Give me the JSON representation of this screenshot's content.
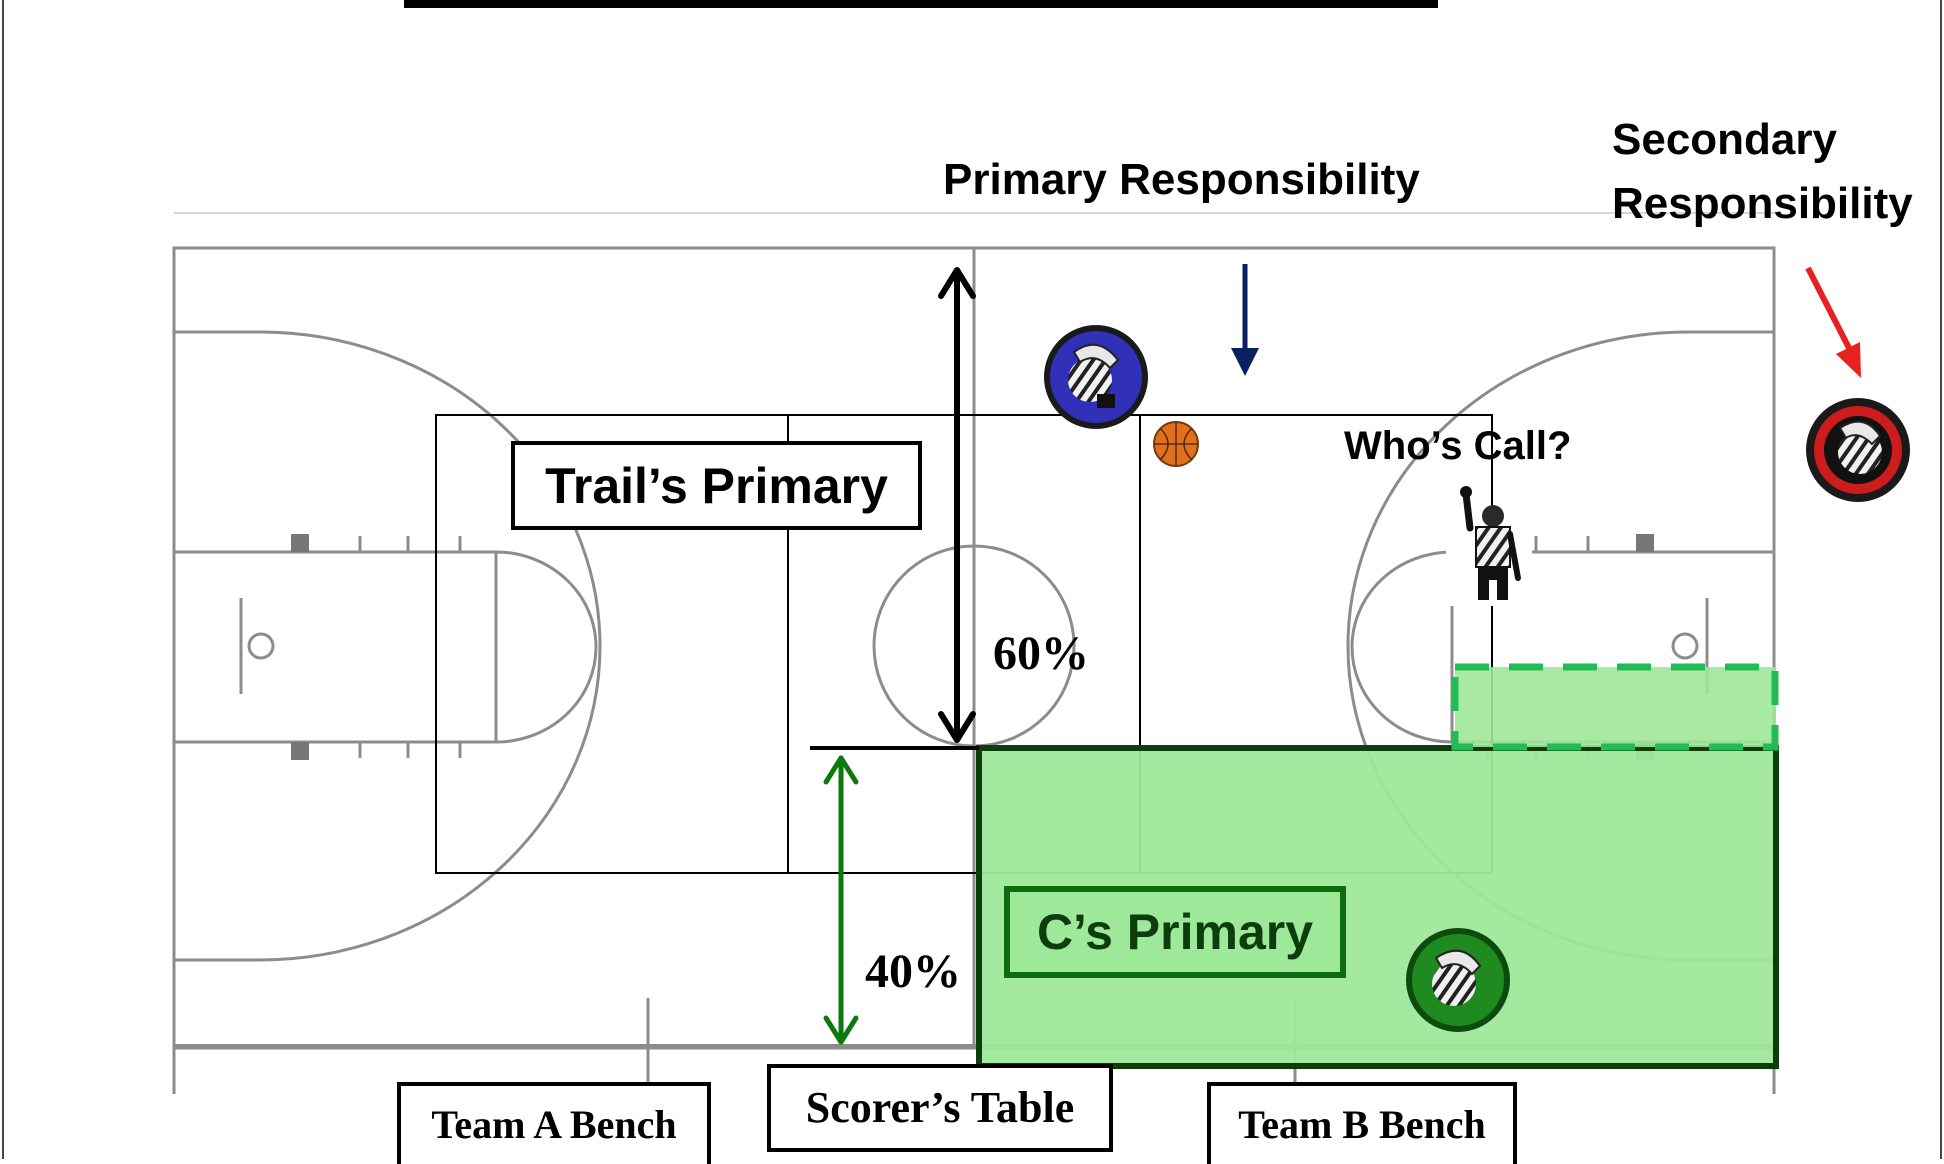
{
  "labels": {
    "primary_responsibility": "Primary Responsibility",
    "secondary_responsibility_line1": "Secondary",
    "secondary_responsibility_line2": "Responsibility",
    "trails_primary": "Trail’s Primary",
    "cs_primary": "C’s Primary",
    "whos_call": "Who’s Call?",
    "pct_60": "60%",
    "pct_40": "40%",
    "team_a_bench": "Team A Bench",
    "scorers_table": "Scorer’s Table",
    "team_b_bench": "Team B Bench"
  },
  "icons": {
    "trail_official": "trail-official-disc-icon",
    "lead_official": "lead-official-disc-icon",
    "center_official": "center-official-disc-icon",
    "ball": "basketball-icon",
    "referee": "referee-signaling-icon",
    "primary_arrow": "down-arrow-icon",
    "secondary_arrow": "diagonal-arrow-icon"
  },
  "colors": {
    "court_line": "#8c8c8c",
    "c_zone_fill": "#9ee89a",
    "c_zone_border": "#0d3d0d",
    "secondary_zone_border": "#22bb55",
    "green_arrow": "#0b7a0b",
    "navy_arrow": "#0a2060",
    "red_arrow": "#e82020",
    "trail_disc": "#3030b8",
    "center_disc": "#1f8a1f",
    "lead_disc": "#cc1c1c"
  }
}
